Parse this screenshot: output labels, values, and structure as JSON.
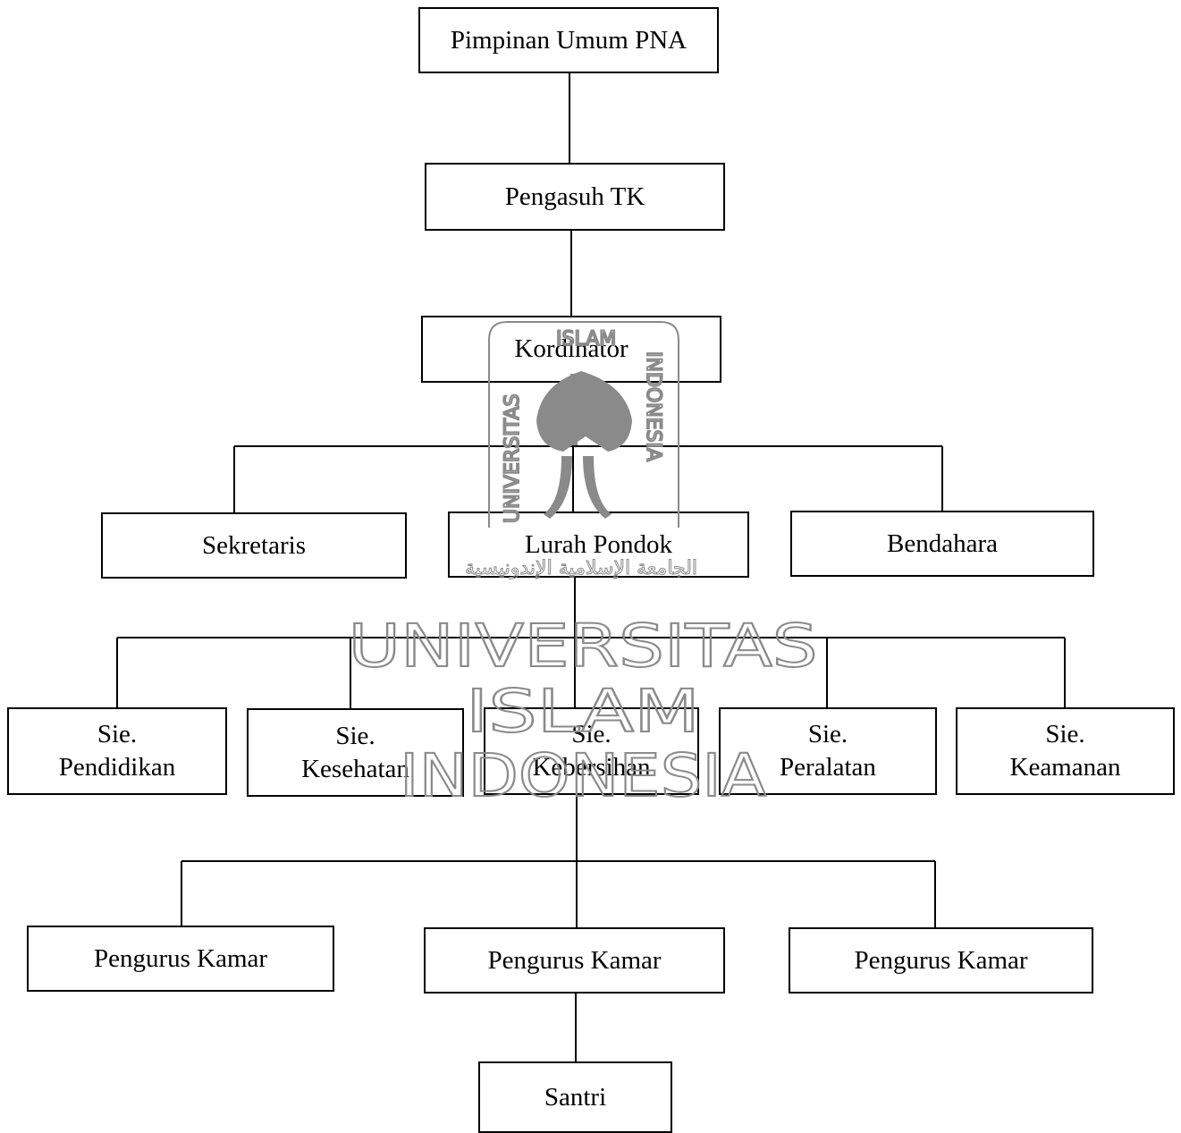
{
  "org_chart": {
    "top": "Pimpinan Umum PNA",
    "pengasuh": "Pengasuh TK",
    "kordinator": "Kordinator",
    "level3": [
      "Sekretaris",
      "Lurah Pondok",
      "Bendahara"
    ],
    "sections": [
      {
        "line1": "Sie.",
        "line2": "Pendidikan"
      },
      {
        "line1": "Sie.",
        "line2": "Kesehatan"
      },
      {
        "line1": "Sie.",
        "line2": "Kebersihan"
      },
      {
        "line1": "Sie.",
        "line2": "Peralatan"
      },
      {
        "line1": "Sie.",
        "line2": "Keamanan"
      }
    ],
    "pengurus": [
      "Pengurus Kamar",
      "Pengurus Kamar",
      "Pengurus Kamar"
    ],
    "santri": "Santri"
  },
  "watermark": {
    "big_lines": [
      "UNIVERSITAS",
      "ISLAM",
      "INDONESIA"
    ],
    "logo_arc_left": "UNIVERSITAS",
    "logo_arc_top": "ISLAM",
    "logo_arc_right": "INDONESIA",
    "logo_arabic": "الجامعة الإسلامية الإندونيسية"
  }
}
